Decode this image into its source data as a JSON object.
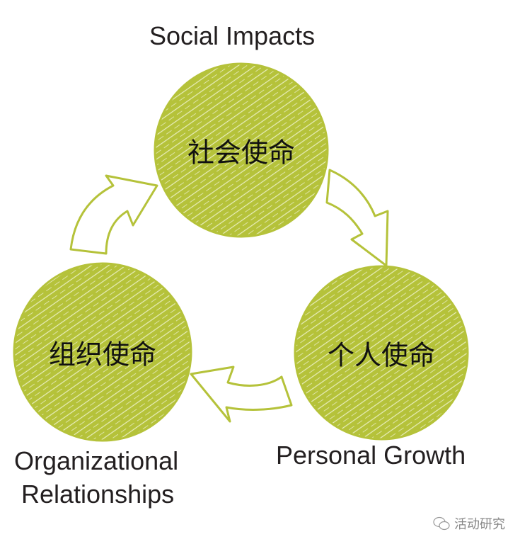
{
  "colors": {
    "accent": "#b5c23a",
    "text": "#231f20"
  },
  "nodes": [
    {
      "cn": "社会使命",
      "en": "Social Impacts"
    },
    {
      "cn": "个人使命",
      "en": "Personal Growth"
    },
    {
      "cn": "组织使命",
      "en": "Organizational Relationships",
      "en_line1": "Organizational",
      "en_line2": "Relationships"
    }
  ],
  "watermark": {
    "icon": "wechat-icon",
    "text": "活动研究"
  }
}
